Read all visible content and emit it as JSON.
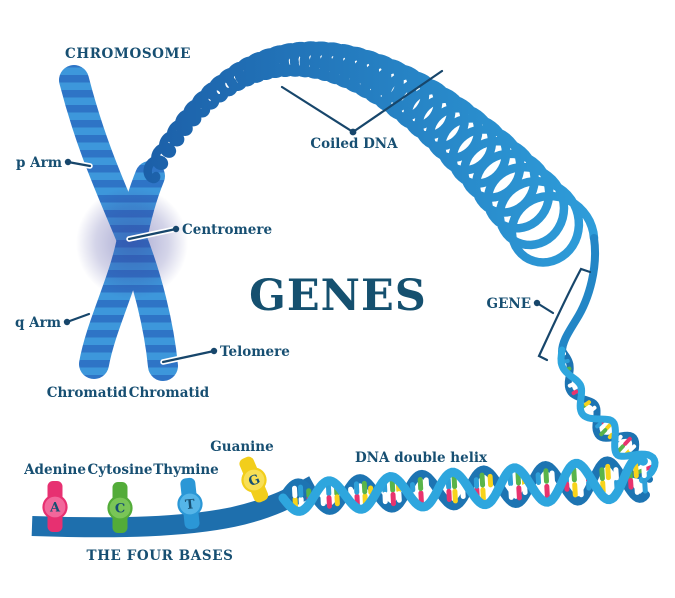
{
  "title": {
    "text": "GENES"
  },
  "labels": {
    "chromosome": "CHROMOSOME",
    "p_arm": "p Arm",
    "q_arm": "q Arm",
    "centromere": "Centromere",
    "telomere": "Telomere",
    "chromatid_left": "Chromatid",
    "chromatid_right": "Chromatid",
    "coiled_dna": "Coiled DNA",
    "gene": "GENE",
    "dna_double_helix": "DNA double helix",
    "four_bases": "THE FOUR BASES"
  },
  "bases": [
    {
      "name": "Adenine",
      "letter": "A",
      "color": "#E73071",
      "light": "#F2679B"
    },
    {
      "name": "Cytosine",
      "letter": "C",
      "color": "#53AC39",
      "light": "#79C557"
    },
    {
      "name": "Thymine",
      "letter": "T",
      "color": "#2B97D6",
      "light": "#55B5E8"
    },
    {
      "name": "Guanine",
      "letter": "G",
      "color": "#F2CE1B",
      "light": "#F8DF55"
    }
  ],
  "colors": {
    "text": "#174F72",
    "title": "#15506F",
    "pointer": "#17466B",
    "chromosome_light": "#3D97DB",
    "chromosome_dark": "#2E74C6",
    "chromosome_shadow": "#3B3D99",
    "coil_start": "#1C5FA8",
    "coil_end": "#2FA0DC",
    "coil_tail": "#2386C6",
    "strand_front": "#2EA6DE",
    "strand_back": "#1D74B2",
    "ribbon": "#1E6FAD",
    "rung_palette": [
      "#F7D31B",
      "#FFFFFF",
      "#E8336E",
      "#FFFFFF",
      "#2D9FD8",
      "#59B44A",
      "#FFFFFF",
      "#E8336E",
      "#F7D31B",
      "#FFFFFF",
      "#2D9FD8",
      "#59B44A"
    ]
  }
}
